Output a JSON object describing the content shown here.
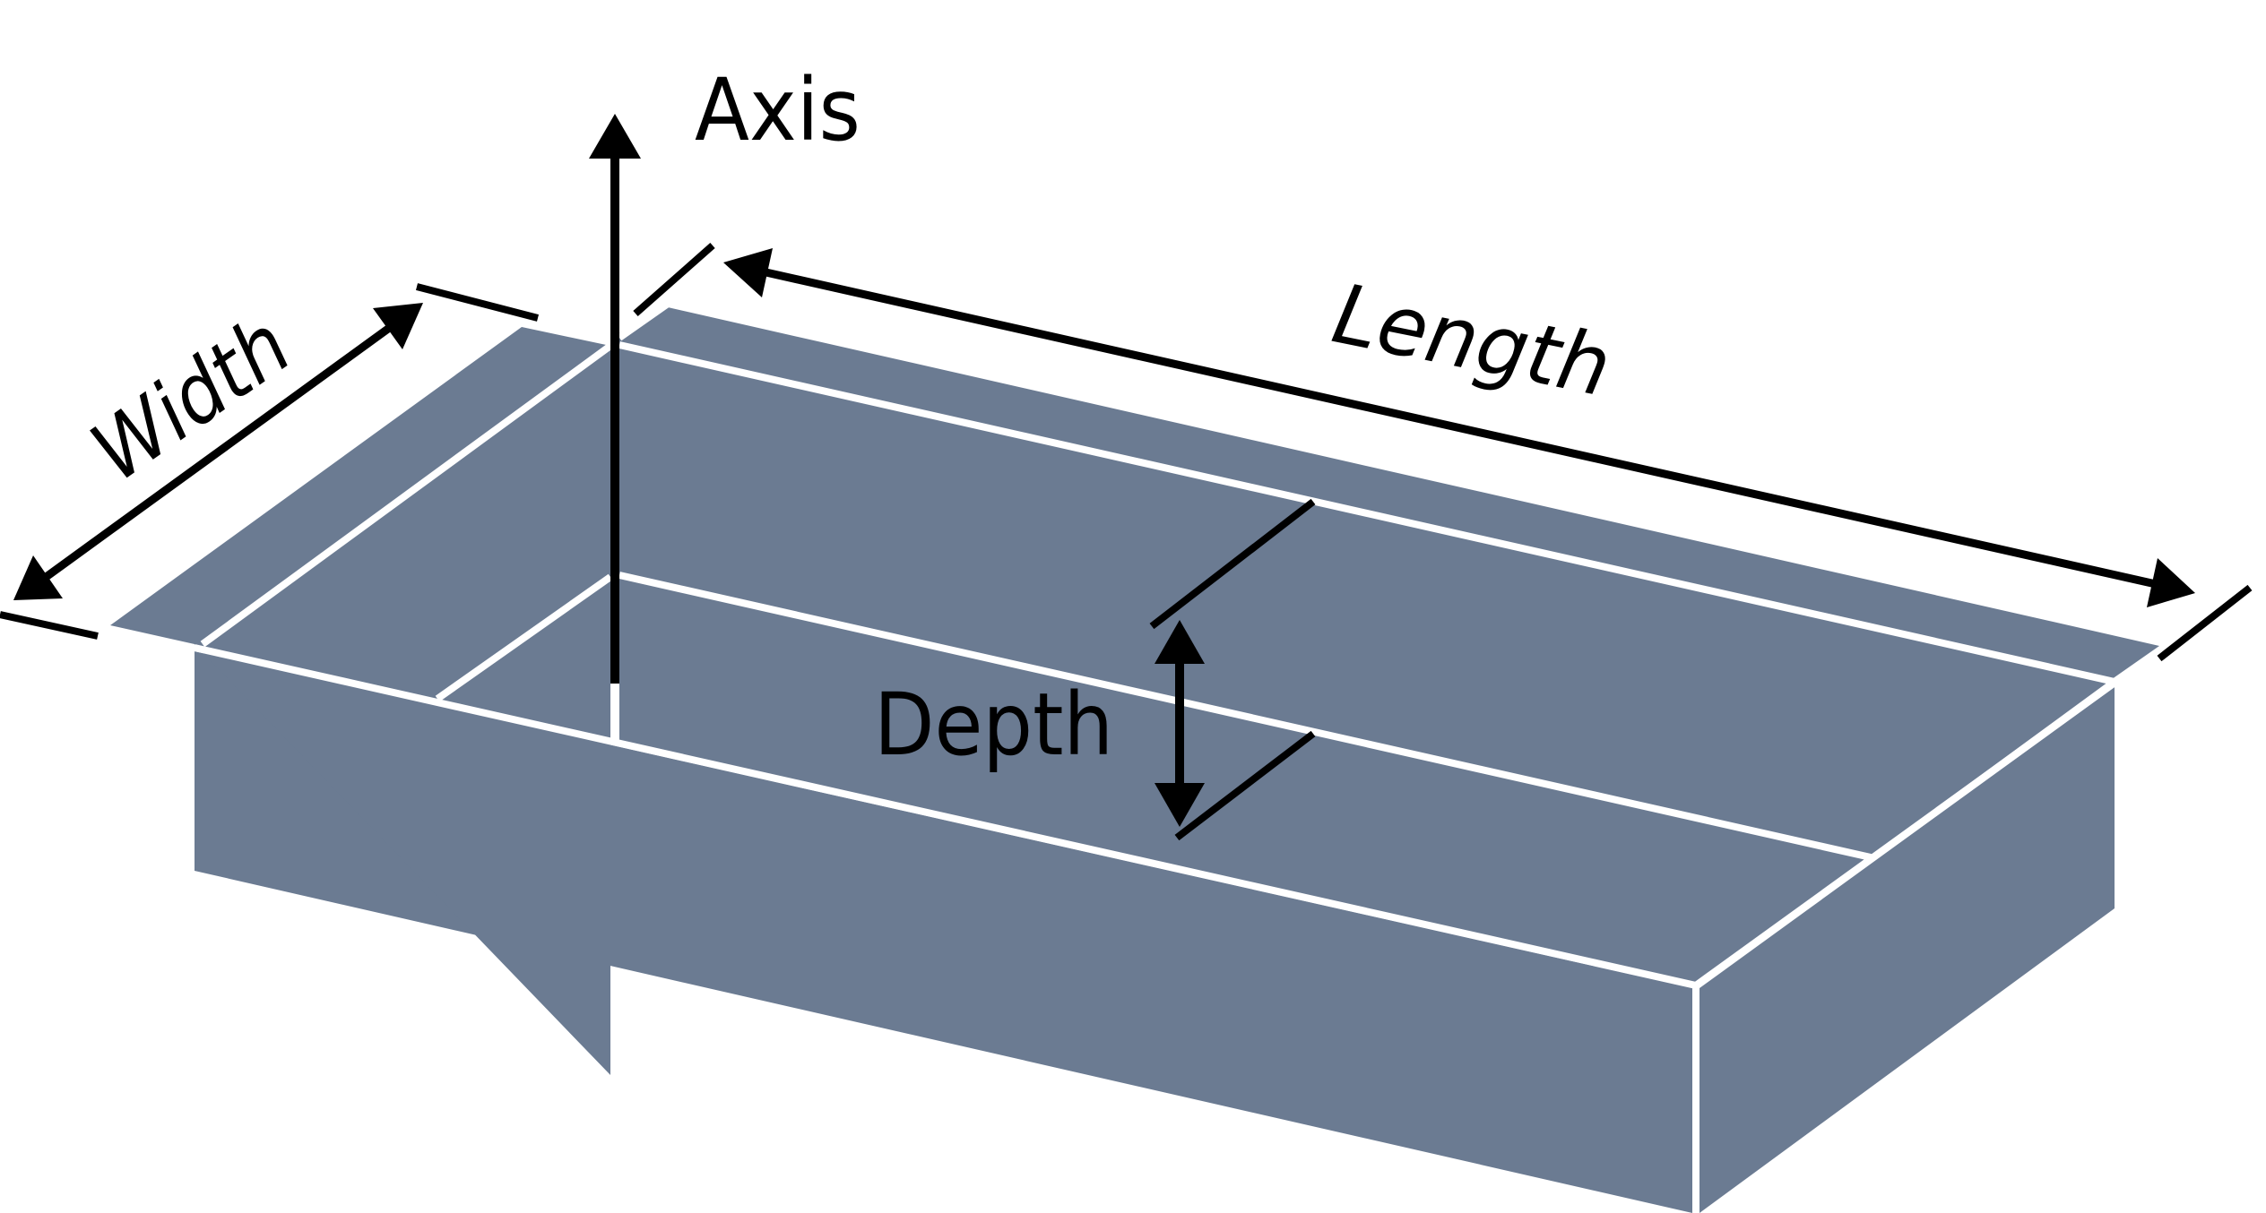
{
  "diagram": {
    "title": "Rectangular tray / pocket dimensions",
    "colors": {
      "body": "#6b7b92",
      "edge_highlight": "#ffffff",
      "annotation": "#000000",
      "background": "#ffffff"
    },
    "labels": {
      "axis": "Axis",
      "width": "Width",
      "length": "Length",
      "depth": "Depth"
    },
    "annotations": [
      {
        "name": "axis",
        "type": "single-arrow",
        "direction": "up"
      },
      {
        "name": "width",
        "type": "double-arrow",
        "with_extension_ticks": true
      },
      {
        "name": "length",
        "type": "double-arrow",
        "with_extension_ticks": true
      },
      {
        "name": "depth",
        "type": "double-arrow",
        "with_extension_ticks": true
      }
    ]
  }
}
